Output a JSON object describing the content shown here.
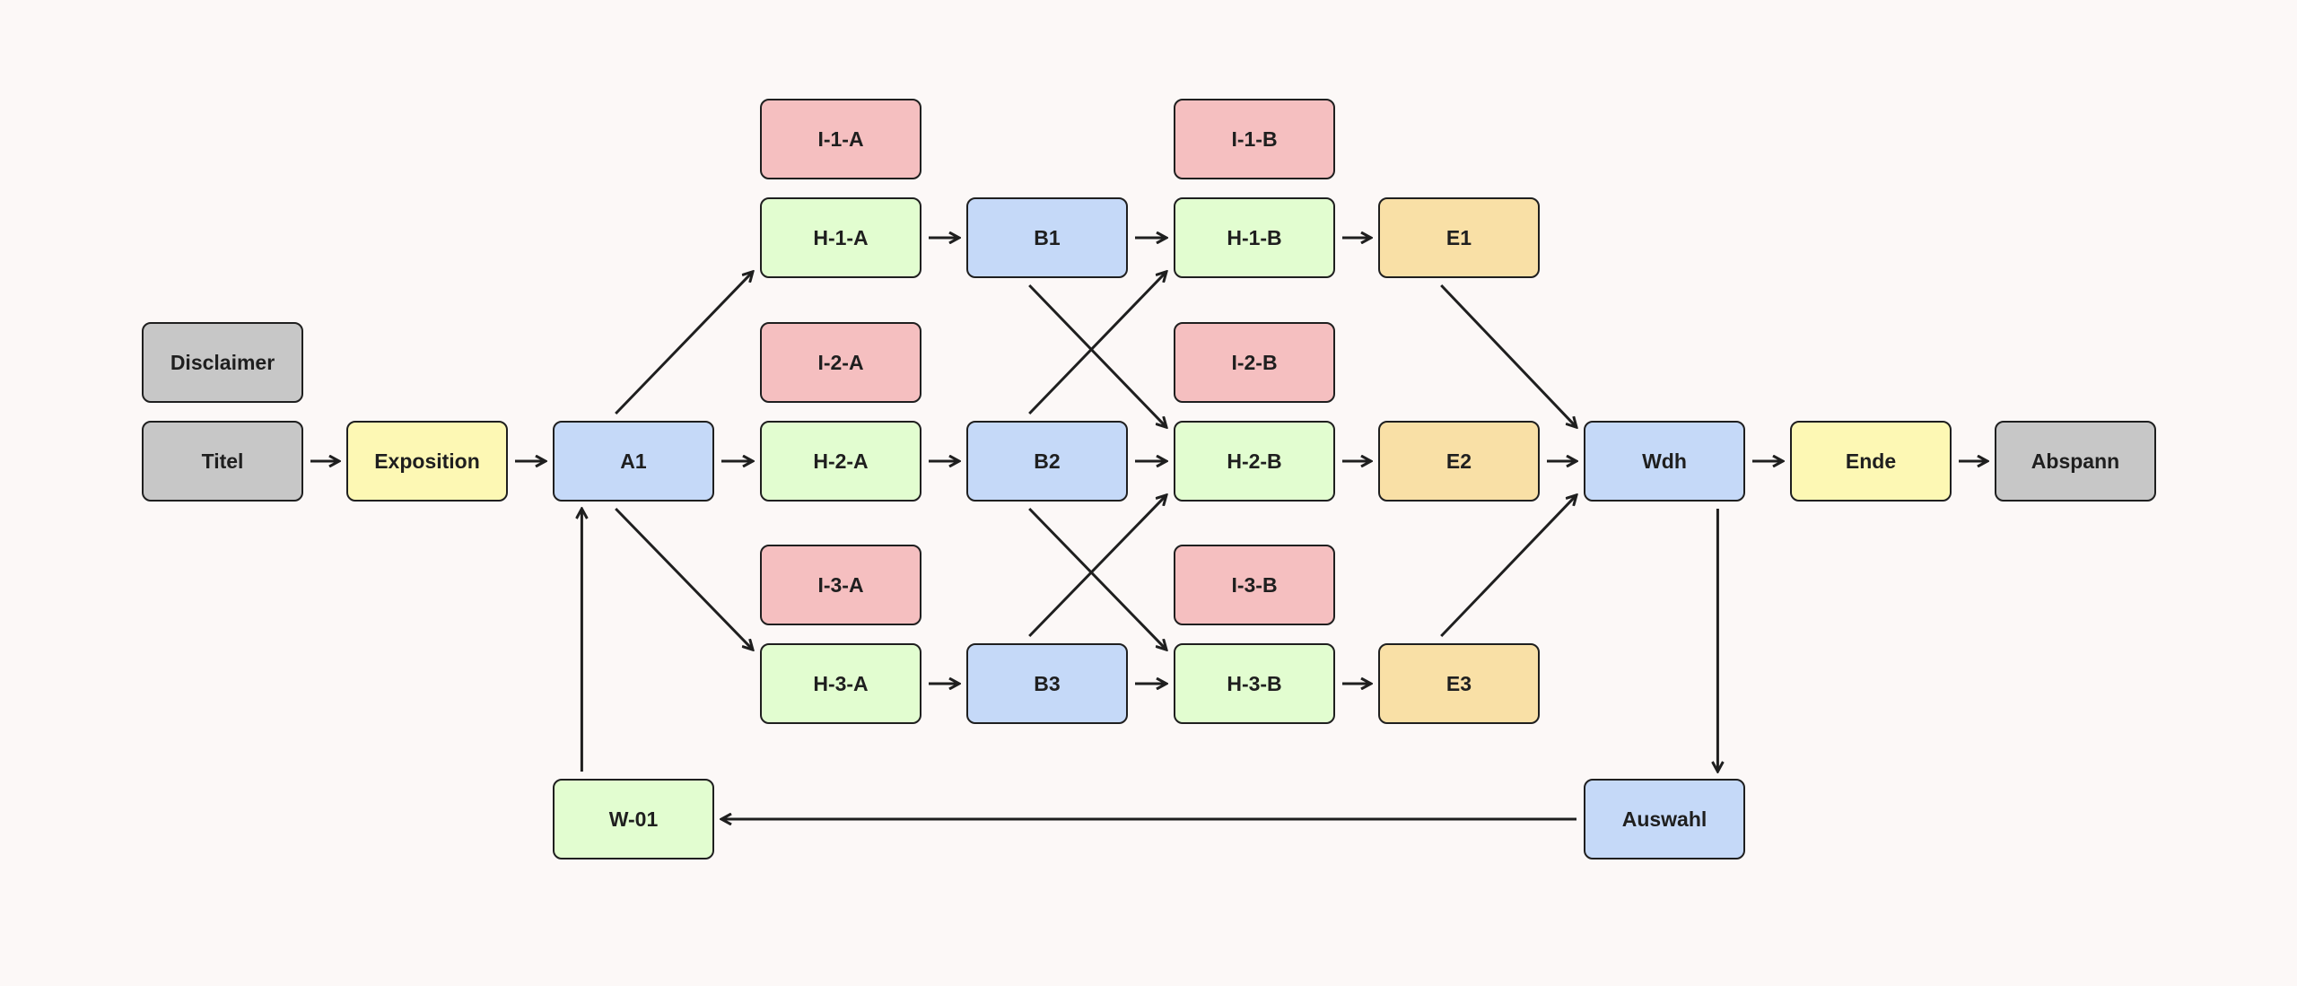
{
  "nodes": {
    "disclaimer": {
      "label": "Disclaimer",
      "color": "#c7c7c7"
    },
    "titel": {
      "label": "Titel",
      "color": "#c7c7c7"
    },
    "exposition": {
      "label": "Exposition",
      "color": "#fdf8b4"
    },
    "a1": {
      "label": "A1",
      "color": "#c5d9f8"
    },
    "i1a": {
      "label": "I-1-A",
      "color": "#f5bfc0"
    },
    "h1a": {
      "label": "H-1-A",
      "color": "#e2fdd0"
    },
    "i2a": {
      "label": "I-2-A",
      "color": "#f5bfc0"
    },
    "h2a": {
      "label": "H-2-A",
      "color": "#e2fdd0"
    },
    "i3a": {
      "label": "I-3-A",
      "color": "#f5bfc0"
    },
    "h3a": {
      "label": "H-3-A",
      "color": "#e2fdd0"
    },
    "b1": {
      "label": "B1",
      "color": "#c5d9f8"
    },
    "b2": {
      "label": "B2",
      "color": "#c5d9f8"
    },
    "b3": {
      "label": "B3",
      "color": "#c5d9f8"
    },
    "i1b": {
      "label": "I-1-B",
      "color": "#f5bfc0"
    },
    "h1b": {
      "label": "H-1-B",
      "color": "#e2fdd0"
    },
    "i2b": {
      "label": "I-2-B",
      "color": "#f5bfc0"
    },
    "h2b": {
      "label": "H-2-B",
      "color": "#e2fdd0"
    },
    "i3b": {
      "label": "I-3-B",
      "color": "#f5bfc0"
    },
    "h3b": {
      "label": "H-3-B",
      "color": "#e2fdd0"
    },
    "e1": {
      "label": "E1",
      "color": "#f9e0a6"
    },
    "e2": {
      "label": "E2",
      "color": "#f9e0a6"
    },
    "e3": {
      "label": "E3",
      "color": "#f9e0a6"
    },
    "wdh": {
      "label": "Wdh",
      "color": "#c5d9f8"
    },
    "ende": {
      "label": "Ende",
      "color": "#fdf8b4"
    },
    "abspann": {
      "label": "Abspann",
      "color": "#c7c7c7"
    },
    "w01": {
      "label": "W-01",
      "color": "#e2fdd0"
    },
    "auswahl": {
      "label": "Auswahl",
      "color": "#c5d9f8"
    }
  },
  "edges": [
    {
      "from": "titel",
      "to": "exposition"
    },
    {
      "from": "exposition",
      "to": "a1"
    },
    {
      "from": "a1",
      "to": "h1a"
    },
    {
      "from": "a1",
      "to": "h2a"
    },
    {
      "from": "a1",
      "to": "h3a"
    },
    {
      "from": "h1a",
      "to": "b1"
    },
    {
      "from": "h2a",
      "to": "b2"
    },
    {
      "from": "h3a",
      "to": "b3"
    },
    {
      "from": "b1",
      "to": "h1b"
    },
    {
      "from": "b1",
      "to": "h2b"
    },
    {
      "from": "b2",
      "to": "h1b"
    },
    {
      "from": "b2",
      "to": "h2b"
    },
    {
      "from": "b2",
      "to": "h3b"
    },
    {
      "from": "b3",
      "to": "h2b"
    },
    {
      "from": "b3",
      "to": "h3b"
    },
    {
      "from": "h1b",
      "to": "e1"
    },
    {
      "from": "h2b",
      "to": "e2"
    },
    {
      "from": "h3b",
      "to": "e3"
    },
    {
      "from": "e1",
      "to": "wdh"
    },
    {
      "from": "e2",
      "to": "wdh"
    },
    {
      "from": "e3",
      "to": "wdh"
    },
    {
      "from": "wdh",
      "to": "ende"
    },
    {
      "from": "ende",
      "to": "abspann"
    },
    {
      "from": "wdh",
      "to": "auswahl"
    },
    {
      "from": "auswahl",
      "to": "w01"
    },
    {
      "from": "w01",
      "to": "a1"
    }
  ],
  "style": {
    "background": "#fcf8f7",
    "stroke": "#1f1f1f"
  }
}
